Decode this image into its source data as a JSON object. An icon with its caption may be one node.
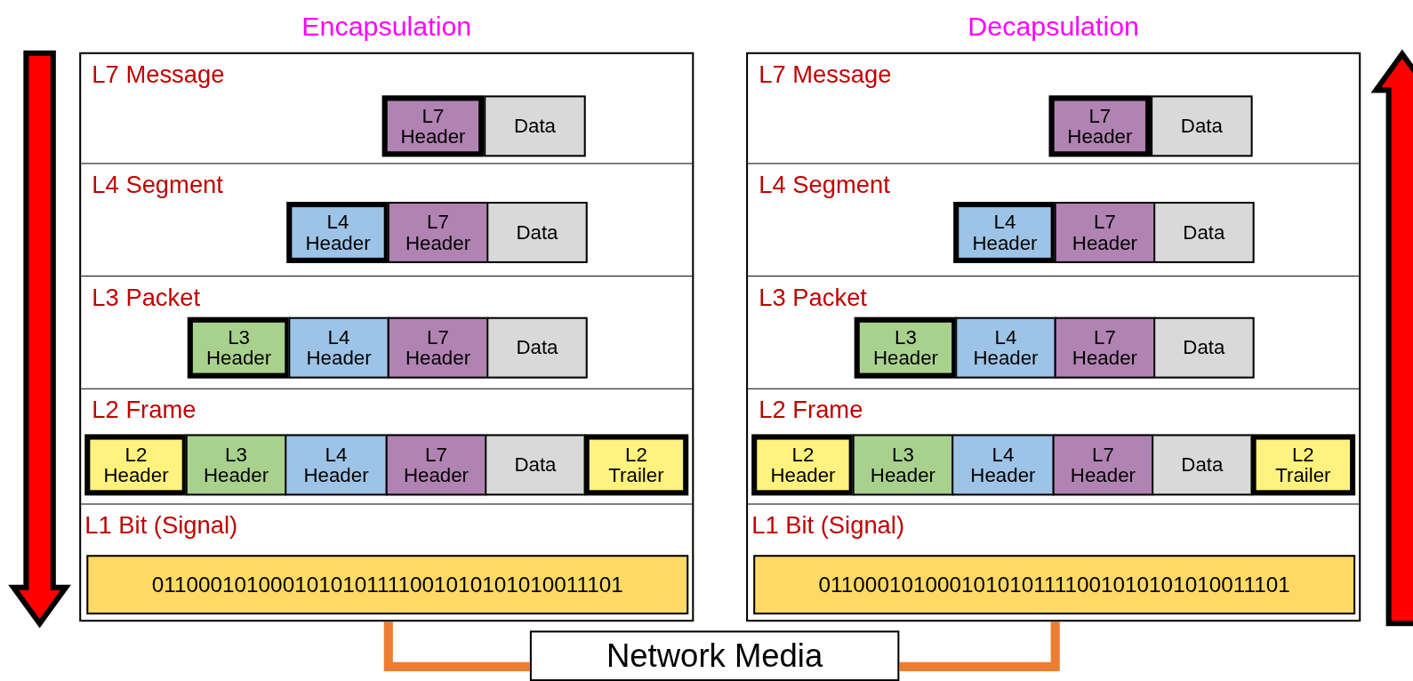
{
  "diagram": {
    "nodes": [
      {
        "text": [
          "Encapsulation"
        ]
      },
      {
        "text": [
          "L7 Message"
        ],
        "in": 0
      },
      {
        "text": [
          "L7 Header"
        ],
        "in": 1
      },
      {
        "text": [
          "Data"
        ],
        "in": 1
      },
      {
        "text": [
          "L4 Segment"
        ],
        "in": 0
      },
      {
        "text": [
          "L4 Header"
        ],
        "in": 4
      },
      {
        "text": [
          "L7 Header"
        ],
        "in": 4
      },
      {
        "text": [
          "Data"
        ],
        "in": 4
      },
      {
        "text": [
          "L3 Packet"
        ],
        "in": 0
      },
      {
        "text": [
          "L3 Header"
        ],
        "in": 8
      },
      {
        "text": [
          "L4 Header"
        ],
        "in": 8
      },
      {
        "text": [
          "L7 Header"
        ],
        "in": 8
      },
      {
        "text": [
          "Data"
        ],
        "in": 8
      },
      {
        "text": [
          "L2 Frame"
        ],
        "in": 0
      },
      {
        "text": [
          "L2 Header"
        ],
        "in": 13
      },
      {
        "text": [
          "L3 Header"
        ],
        "in": 13
      },
      {
        "text": [
          "L4 Header"
        ],
        "in": 13
      },
      {
        "text": [
          "L7 Header"
        ],
        "in": 13
      },
      {
        "text": [
          "Data"
        ],
        "in": 13
      },
      {
        "text": [
          "L2 Trailer"
        ],
        "in": 13
      },
      {
        "text": [
          "L1 Bit (Signal)"
        ],
        "in": 0
      },
      {
        "text": [
          "0110001010001010101111001010101010011101"
        ],
        "in": 20
      },
      {
        "text": [
          "Decapsulation"
        ]
      },
      {
        "text": [
          "L7 Message"
        ],
        "in": 22
      },
      {
        "text": [
          "L7 Header"
        ],
        "in": 23
      },
      {
        "text": [
          "Data"
        ],
        "in": 23
      },
      {
        "text": [
          "L4 Segment"
        ],
        "in": 22
      },
      {
        "text": [
          "L4 Header"
        ],
        "in": 26
      },
      {
        "text": [
          "L7 Header"
        ],
        "in": 26
      },
      {
        "text": [
          "Data"
        ],
        "in": 26
      },
      {
        "text": [
          "L3 Packet"
        ],
        "in": 22
      },
      {
        "text": [
          "L3 Header"
        ],
        "in": 30
      },
      {
        "text": [
          "L4 Header"
        ],
        "in": 30
      },
      {
        "text": [
          "L7 Header"
        ],
        "in": 30
      },
      {
        "text": [
          "Data"
        ],
        "in": 30
      },
      {
        "text": [
          "L2 Frame"
        ],
        "in": 22
      },
      {
        "text": [
          "L2 Header"
        ],
        "in": 35
      },
      {
        "text": [
          "L3 Header"
        ],
        "in": 35
      },
      {
        "text": [
          "L4 Header"
        ],
        "in": 35
      },
      {
        "text": [
          "L7 Header"
        ],
        "in": 35
      },
      {
        "text": [
          "Data"
        ],
        "in": 35
      },
      {
        "text": [
          "L2 Trailer"
        ],
        "in": 35
      },
      {
        "text": [
          "L1 Bit (Signal)"
        ],
        "in": 22
      },
      {
        "text": [
          "0110001010001010101111001010101010011101"
        ],
        "in": 42
      },
      {
        "text": [
          "Network Media"
        ]
      }
    ],
    "edges": [
      {
        "from": 44,
        "to": 0,
        "arrow": "none"
      },
      {
        "from": 44,
        "to": 22,
        "arrow": "none"
      }
    ]
  }
}
